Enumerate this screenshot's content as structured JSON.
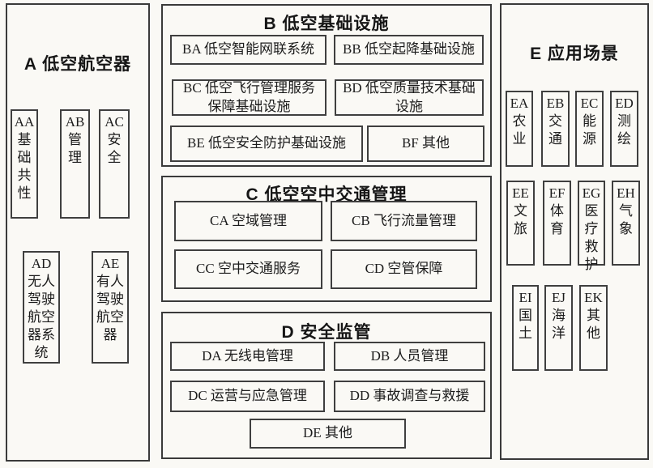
{
  "canvas": {
    "background": "#faf9f5",
    "border_color": "#3a3a3a"
  },
  "sections": {
    "a": {
      "title": "A 低空航空器",
      "items": [
        {
          "code": "AA",
          "label": "AA\n基\n础\n共\n性"
        },
        {
          "code": "AB",
          "label": "AB\n管\n理"
        },
        {
          "code": "AC",
          "label": "AC\n安\n全"
        },
        {
          "code": "AD",
          "label": "AD\n无人\n驾驶\n航空\n器系\n统"
        },
        {
          "code": "AE",
          "label": "AE\n有人\n驾驶\n航空\n器"
        }
      ]
    },
    "b": {
      "title": "B 低空基础设施",
      "items": [
        {
          "code": "BA",
          "label": "BA 低空智能网联系统"
        },
        {
          "code": "BB",
          "label": "BB 低空起降基础设施"
        },
        {
          "code": "BC",
          "label": "BC 低空飞行管理服务\n保障基础设施"
        },
        {
          "code": "BD",
          "label": "BD 低空质量技术基础\n设施"
        },
        {
          "code": "BE",
          "label": "BE 低空安全防护基础设施"
        },
        {
          "code": "BF",
          "label": "BF 其他"
        }
      ]
    },
    "c": {
      "title": "C 低空空中交通管理",
      "items": [
        {
          "code": "CA",
          "label": "CA 空域管理"
        },
        {
          "code": "CB",
          "label": "CB 飞行流量管理"
        },
        {
          "code": "CC",
          "label": "CC 空中交通服务"
        },
        {
          "code": "CD",
          "label": "CD 空管保障"
        }
      ]
    },
    "d": {
      "title": "D 安全监管",
      "items": [
        {
          "code": "DA",
          "label": "DA 无线电管理"
        },
        {
          "code": "DB",
          "label": "DB 人员管理"
        },
        {
          "code": "DC",
          "label": "DC 运营与应急管理"
        },
        {
          "code": "DD",
          "label": "DD 事故调查与救援"
        },
        {
          "code": "DE",
          "label": "DE 其他"
        }
      ]
    },
    "e": {
      "title": "E 应用场景",
      "items": [
        {
          "code": "EA",
          "label": "EA\n农\n业"
        },
        {
          "code": "EB",
          "label": "EB\n交\n通"
        },
        {
          "code": "EC",
          "label": "EC\n能\n源"
        },
        {
          "code": "ED",
          "label": "ED\n测\n绘"
        },
        {
          "code": "EE",
          "label": "EE\n文\n旅"
        },
        {
          "code": "EF",
          "label": "EF\n体\n育"
        },
        {
          "code": "EG",
          "label": "EG\n医\n疗\n救\n护"
        },
        {
          "code": "EH",
          "label": "EH\n气\n象"
        },
        {
          "code": "EI",
          "label": "EI\n国\n土"
        },
        {
          "code": "EJ",
          "label": "EJ\n海\n洋"
        },
        {
          "code": "EK",
          "label": "EK\n其\n他"
        }
      ]
    }
  }
}
